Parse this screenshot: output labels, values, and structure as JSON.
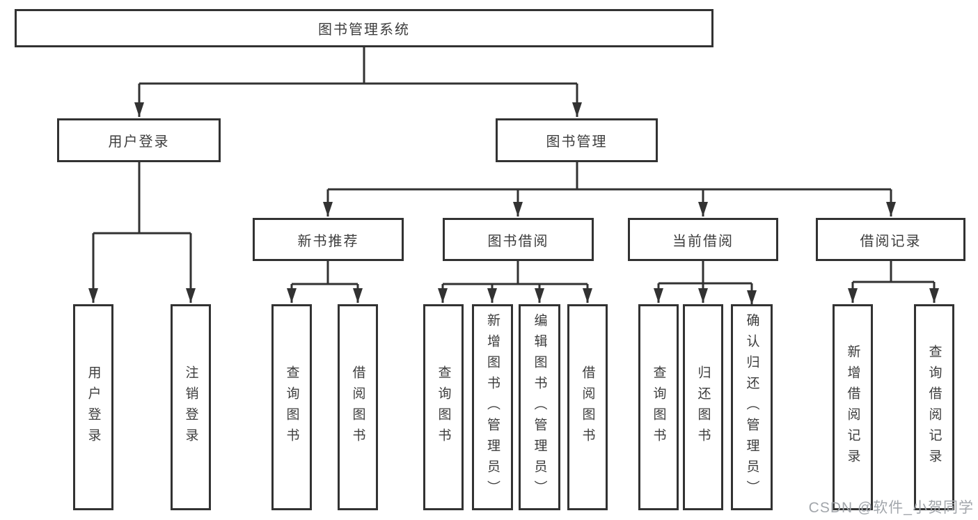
{
  "root": {
    "label": "图书管理系统"
  },
  "branches": [
    {
      "label": "用户登录",
      "children": [
        {
          "label": "用户登录"
        },
        {
          "label": "注销登录"
        }
      ]
    },
    {
      "label": "图书管理",
      "children": [
        {
          "label": "新书推荐",
          "children": [
            {
              "label": "查询图书"
            },
            {
              "label": "借阅图书"
            }
          ]
        },
        {
          "label": "图书借阅",
          "children": [
            {
              "label": "查询图书"
            },
            {
              "label": "新增图书（管理员）"
            },
            {
              "label": "编辑图书（管理员）"
            },
            {
              "label": "借阅图书"
            }
          ]
        },
        {
          "label": "当前借阅",
          "children": [
            {
              "label": "查询图书"
            },
            {
              "label": "归还图书"
            },
            {
              "label": "确认归还（管理员）"
            }
          ]
        },
        {
          "label": "借阅记录",
          "children": [
            {
              "label": "新增借阅记录"
            },
            {
              "label": "查询借阅记录"
            }
          ]
        }
      ]
    }
  ],
  "watermark": {
    "text": "CSDN @软件_小贺同学"
  },
  "colors": {
    "line": "#323232",
    "text": "#3d3d3d",
    "background": "#ffffff",
    "watermark": "#a2a6ab"
  }
}
